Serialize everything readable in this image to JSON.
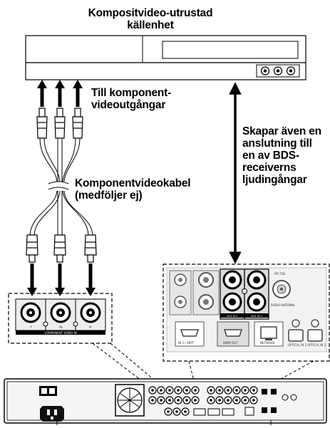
{
  "labels": {
    "source_device": "Kompositvideo-utrustad källenhet",
    "to_component_outputs": "Till komponent-videoutgångar",
    "component_cable": "Komponentvideokabel (medföljer ej)",
    "also_audio": "Skapar även en anslutning till en av BDS-receiverns ljudingångar"
  },
  "jack_labels": {
    "y": "Y",
    "pb": "Pb",
    "pr": "Pr",
    "component_video_in": "COMPONENT VIDEO IN"
  },
  "panel_labels": {
    "aux_in_1": "AUX IN 1",
    "aux_in_2": "AUX IN 2",
    "fm_75": "FM 75Ω",
    "radio_antenna": "RADIO ANTENNA",
    "hdmi_in_2": "IN 2 / ARPT",
    "hdmi_out": "HDMI OUT",
    "network": "NETWORK",
    "optical_in_1": "OPTICAL IN 1",
    "optical_in_2": "OPTICAL IN 2"
  }
}
